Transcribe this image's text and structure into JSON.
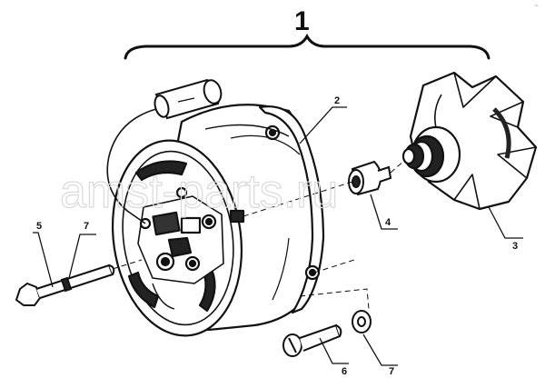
{
  "diagram": {
    "assembly_label": "1",
    "watermark": "amst-parts.ru",
    "corner_mark": "~",
    "parts": [
      {
        "id": "p2",
        "label": "2"
      },
      {
        "id": "p3",
        "label": "3"
      },
      {
        "id": "p4",
        "label": "4"
      },
      {
        "id": "p5",
        "label": "5"
      },
      {
        "id": "p6",
        "label": "6"
      },
      {
        "id": "p7a",
        "label": "7"
      },
      {
        "id": "p7b",
        "label": "7"
      }
    ]
  }
}
